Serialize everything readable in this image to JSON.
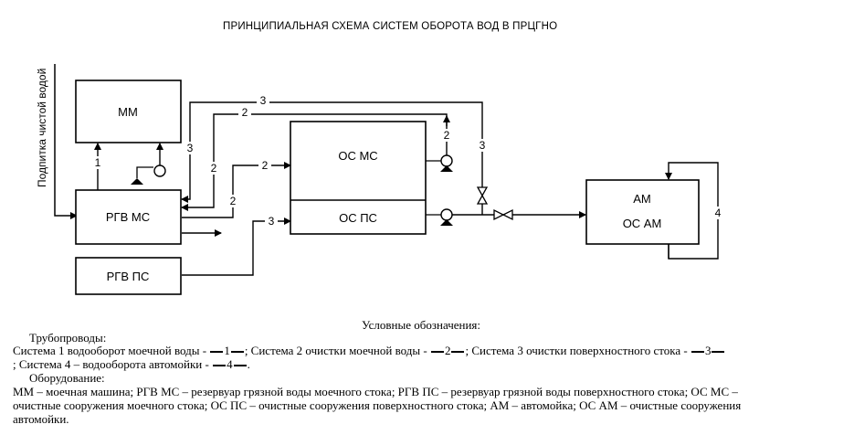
{
  "title": "ПРИНЦИПИАЛЬНАЯ СХЕМА СИСТЕМ ОБОРОТА ВОД В ПРЦГНО",
  "supply_label": "Подпитка чистой водой",
  "blocks": {
    "mm": "ММ",
    "rgv_ms": "РГВ МС",
    "rgv_ps": "РГВ ПС",
    "os_ms": "ОС МС",
    "os_ps": "ОС ПС",
    "am": "АМ",
    "os_am": "ОС АМ"
  },
  "line_numbers": {
    "n1": "1",
    "n2a": "2",
    "n2b": "2",
    "n2c": "2",
    "n2d": "2",
    "n2e": "2",
    "n3a": "3",
    "n3b": "3",
    "n3c": "3",
    "n3d": "3",
    "n4": "4"
  },
  "legend": {
    "heading": "Условные обозначения:",
    "pipelines_label": "Трубопроводы:",
    "line1": {
      "s1": "Система 1 водооборот моечной воды -",
      "n1": "1",
      "s2": "; Система 2 очистки моечной воды -",
      "n2": "2",
      "s3": "; Система 3 очистки поверхностного стока -",
      "n3": "3"
    },
    "line2": {
      "s4": "; Система 4 – водооборота автомойки -",
      "n4": "4",
      "end": "."
    },
    "equipment_label": "Оборудование:",
    "equipment_lines": [
      "ММ – моечная машина; РГВ МС – резервуар грязной воды моечного стока; РГВ ПС – резервуар грязной воды поверхностного стока; ОС МС –",
      "очистные сооружения моечного стока; ОС ПС – очистные сооружения поверхностного стока; АМ – автомойка; ОС АМ – очистные сооружения",
      "автомойки."
    ]
  }
}
